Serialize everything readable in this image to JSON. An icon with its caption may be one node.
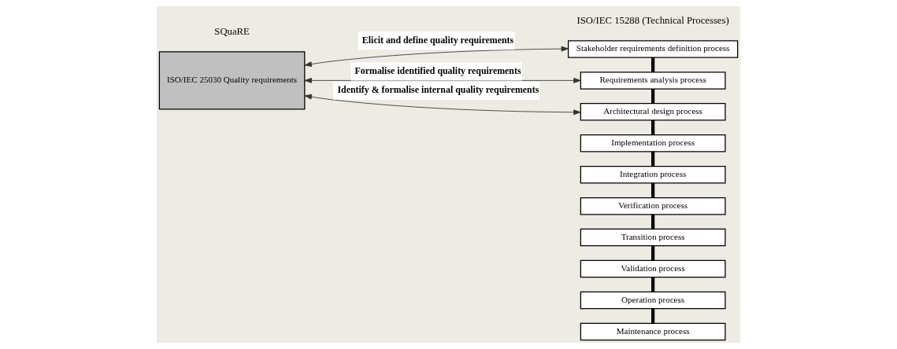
{
  "diagram": {
    "nodes": [
      {
        "text": [
          "ISO/IEC 25030 Quality requirements"
        ]
      },
      {
        "text": [
          "Stakeholder requirements definition process"
        ]
      },
      {
        "text": [
          "Requirements analysis process"
        ]
      },
      {
        "text": [
          "Architectural design process"
        ]
      },
      {
        "text": [
          "Implementation process"
        ]
      },
      {
        "text": [
          "Integration process"
        ]
      },
      {
        "text": [
          "Verification process"
        ]
      },
      {
        "text": [
          "Transition process"
        ]
      },
      {
        "text": [
          "Validation process"
        ]
      },
      {
        "text": [
          "Operation process"
        ]
      },
      {
        "text": [
          "Maintenance process"
        ]
      }
    ],
    "edges": [
      {
        "from": 0,
        "to": 1,
        "arrow": "both",
        "label": "Elicit and define quality requirements"
      },
      {
        "from": 0,
        "to": 2,
        "arrow": "both",
        "label": "Formalise identified quality requirements"
      },
      {
        "from": 0,
        "to": 3,
        "arrow": "both",
        "label": "Identify & formalise internal quality requirements"
      },
      {
        "from": 1,
        "to": 2,
        "arrow": "none"
      },
      {
        "from": 2,
        "to": 3,
        "arrow": "none"
      },
      {
        "from": 3,
        "to": 4,
        "arrow": "none"
      },
      {
        "from": 4,
        "to": 5,
        "arrow": "none"
      },
      {
        "from": 5,
        "to": 6,
        "arrow": "none"
      },
      {
        "from": 6,
        "to": 7,
        "arrow": "none"
      },
      {
        "from": 7,
        "to": 8,
        "arrow": "none"
      },
      {
        "from": 8,
        "to": 9,
        "arrow": "none"
      },
      {
        "from": 9,
        "to": 10,
        "arrow": "none"
      }
    ],
    "labels": [
      "SQuaRE",
      "ISO/IEC 15288 (Technical Processes)"
    ]
  }
}
